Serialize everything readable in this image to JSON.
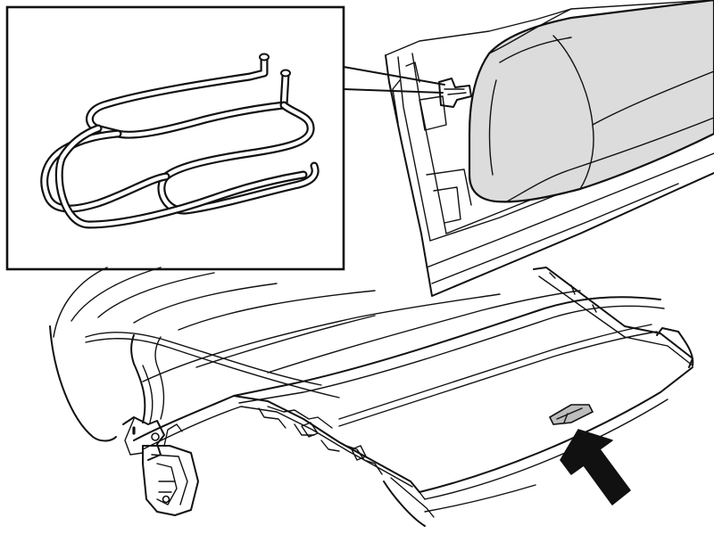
{
  "diagram": {
    "panels": [
      {
        "id": "inset",
        "content": "wire-clip-detail"
      },
      {
        "id": "detail",
        "content": "headrest-and-panel"
      },
      {
        "id": "main",
        "content": "convertible-top-frame"
      }
    ],
    "pointer": {
      "icon": "arrow-icon",
      "direction": "up-left"
    },
    "colors": {
      "ink": "#111111",
      "shading": "#dcdcdc",
      "background": "#ffffff"
    }
  }
}
